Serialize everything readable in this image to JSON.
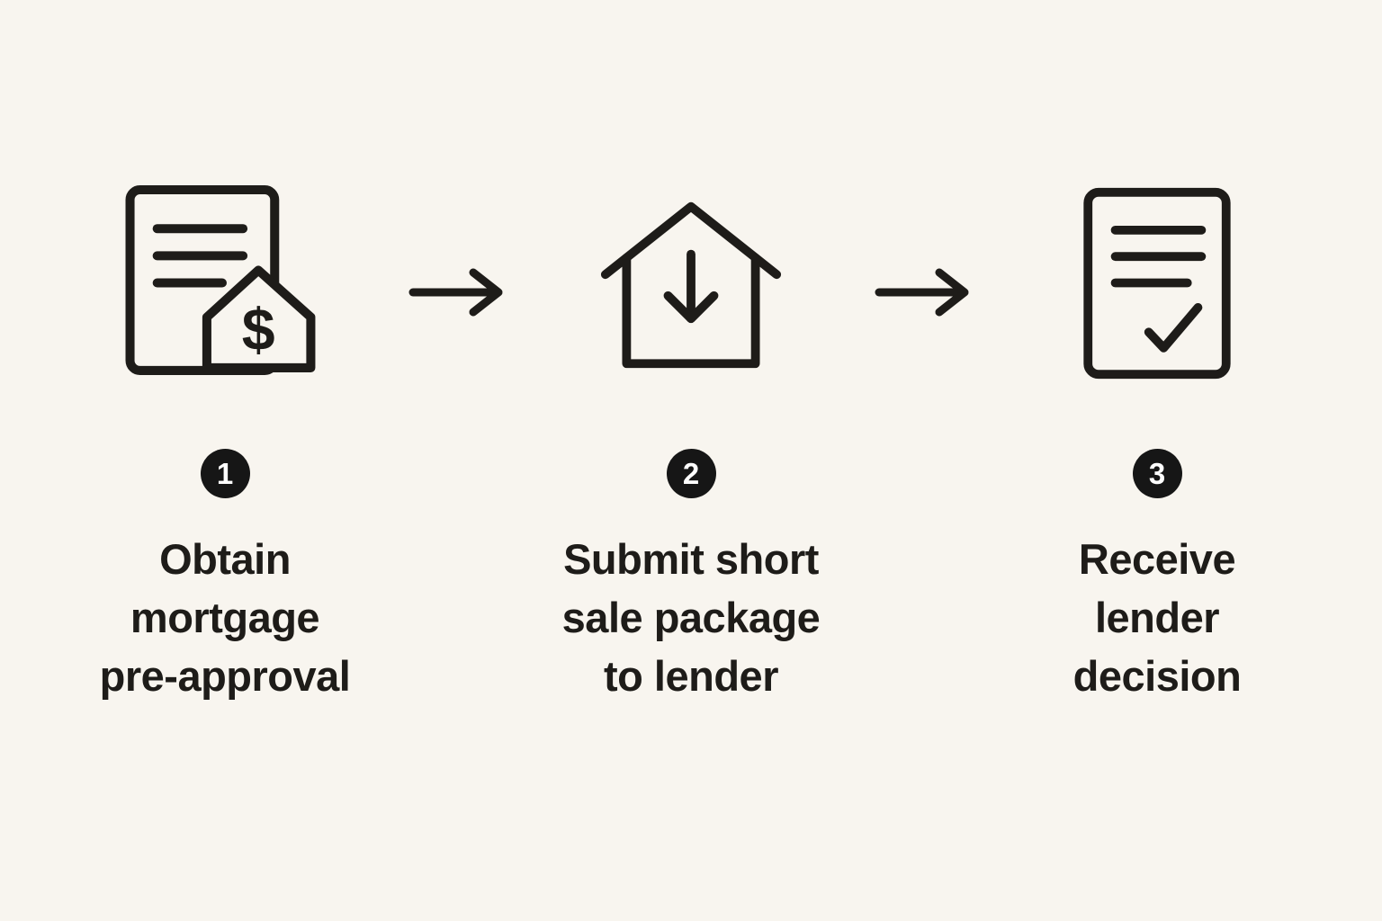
{
  "colors": {
    "background": "#f8f5ef",
    "ink": "#1e1c19",
    "badge_bg": "#161616",
    "badge_text": "#ffffff"
  },
  "diagram": {
    "title": "",
    "connector": "right-arrow",
    "steps": [
      {
        "number": "1",
        "label": "Obtain\nmortgage\npre-approval",
        "icon": "mortgage-preapproval-document-house-dollar-icon",
        "dollar_glyph": "$"
      },
      {
        "number": "2",
        "label": "Submit short\nsale package\nto lender",
        "icon": "house-with-down-arrow-icon"
      },
      {
        "number": "3",
        "label": "Receive\nlender\ndecision",
        "icon": "document-with-checkmark-icon"
      }
    ]
  }
}
